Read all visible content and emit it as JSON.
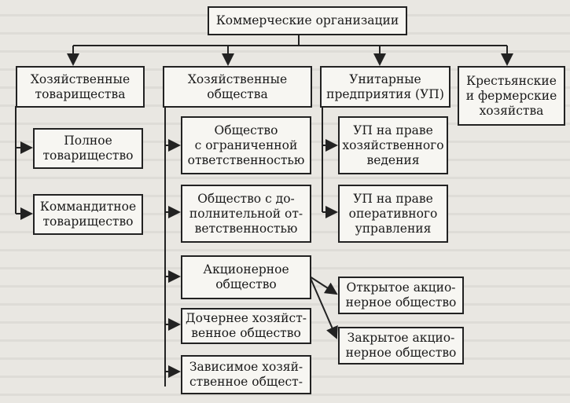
{
  "root": "Коммерческие организации",
  "columns": {
    "partnerships": {
      "title": "Хозяйственные\nтоварищества",
      "items": [
        "Полное\nтоварищество",
        "Коммандитное\nтоварищество"
      ]
    },
    "companies": {
      "title": "Хозяйственные\nобщества",
      "items": [
        "Общество\nс ограниченной\nответственностью",
        "Общество с до-\nполнительной от-\nветственностью",
        "Акционерное\nобщество",
        "Дочернее хозяйст-\nвенное общество",
        "Зависимое хозяй-\nственное общест-"
      ],
      "jsc_types": [
        "Открытое акцио-\nнерное общество",
        "Закрытое акцио-\nнерное общество"
      ]
    },
    "unitary": {
      "title": "Унитарные\nпредприятия (УП)",
      "items": [
        "УП на праве\nхозяйственного\nведения",
        "УП на праве\nоперативного\nуправления"
      ]
    },
    "farms": {
      "title": "Крестьянские\nи фермерские\nхозяйства"
    }
  }
}
